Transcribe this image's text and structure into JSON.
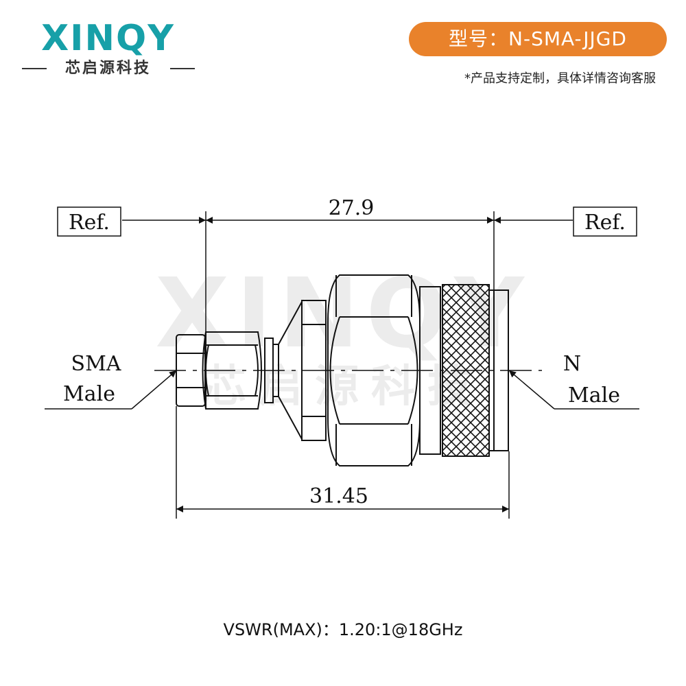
{
  "brand": {
    "logo_text": "XINQY",
    "logo_subtitle": "芯启源科技",
    "primary_color": "#17a0a8",
    "accent_color": "#e9822b"
  },
  "model_badge": "型号：N-SMA-JJGD",
  "custom_note": "*产品支持定制，具体详情咨询客服",
  "drawing": {
    "ref_label_left": "Ref.",
    "ref_label_right": "Ref.",
    "top_dimension": "27.9",
    "bottom_dimension": "31.45",
    "left_connector_line1": "SMA",
    "left_connector_line2": "Male",
    "right_connector_line1": "N",
    "right_connector_line2": "Male",
    "watermark_text": "XINQY",
    "watermark_subtitle": "芯启源科技"
  },
  "spec": "VSWR(MAX)：1.20:1@18GHz"
}
